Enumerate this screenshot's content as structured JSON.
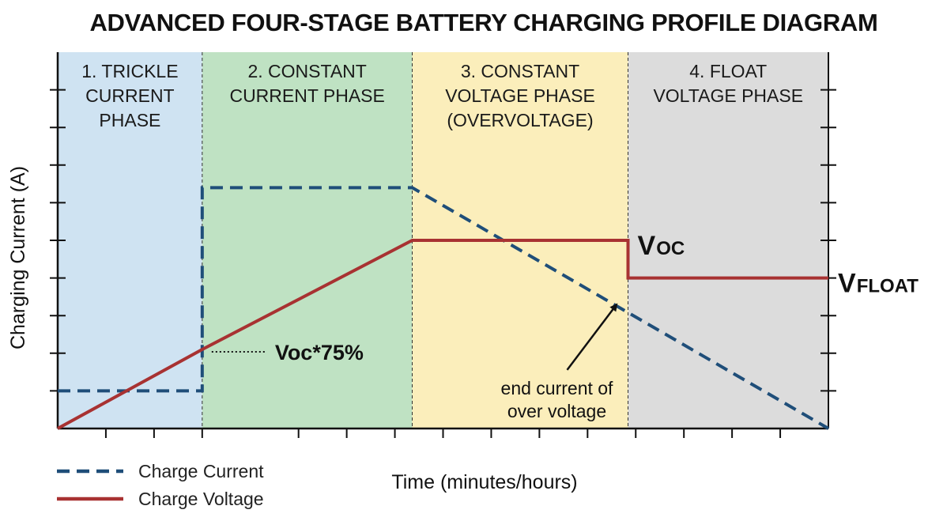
{
  "title": "ADVANCED FOUR-STAGE BATTERY CHARGING PROFILE DIAGRAM",
  "chart_data": {
    "type": "line",
    "title": "ADVANCED FOUR-STAGE BATTERY CHARGING PROFILE DIAGRAM",
    "xlabel": "Time (minutes/hours)",
    "ylabel": "Charging Current (A)",
    "xlim": [
      0,
      100
    ],
    "ylim": [
      0,
      100
    ],
    "grid": false,
    "legend_position": "bottom-left",
    "x_minor_ticks": [
      6.25,
      12.5,
      18.75,
      31.25,
      37.5,
      43.75,
      50,
      56.25,
      62.5,
      68.75,
      75,
      81.25,
      87.5,
      93.75
    ],
    "y_minor_ticks": [
      10,
      20,
      30,
      40,
      50,
      60,
      70,
      80,
      90
    ],
    "phases": [
      {
        "lines": [
          "1. TRICKLE",
          "CURRENT",
          "PHASE"
        ],
        "start": 0,
        "end": 18.75,
        "color": "#cfe3f2"
      },
      {
        "lines": [
          "2. CONSTANT",
          "CURRENT PHASE"
        ],
        "start": 18.75,
        "end": 46,
        "color": "#bfe2c3"
      },
      {
        "lines": [
          "3. CONSTANT",
          "VOLTAGE PHASE",
          "(OVERVOLTAGE)"
        ],
        "start": 46,
        "end": 74,
        "color": "#fbeebb"
      },
      {
        "lines": [
          "4. FLOAT",
          "VOLTAGE PHASE"
        ],
        "start": 74,
        "end": 100,
        "color": "#dcdcdc"
      }
    ],
    "series": [
      {
        "name": "Charge Current",
        "style": "dashed",
        "color": "#1f4e79",
        "x": [
          0,
          18.75,
          18.75,
          46,
          100
        ],
        "y": [
          10,
          10,
          64,
          64,
          0
        ]
      },
      {
        "name": "Charge Voltage",
        "style": "solid",
        "color": "#a83232",
        "x": [
          0,
          18.75,
          46,
          74,
          74,
          100
        ],
        "y": [
          0,
          21,
          50,
          50,
          40,
          40
        ]
      }
    ],
    "annotations": [
      {
        "id": "voc",
        "main": "V",
        "sub": "OC",
        "x": 74,
        "y": 50
      },
      {
        "id": "vfloat",
        "main": "V",
        "sub": "FLOAT",
        "x": 100,
        "y": 40
      },
      {
        "id": "voc75",
        "text": "Voc*75%",
        "x": 18.75,
        "y": 21
      },
      {
        "id": "end-current",
        "lines": [
          "end current of",
          "over voltage"
        ],
        "x": 74,
        "y": 37
      }
    ]
  }
}
